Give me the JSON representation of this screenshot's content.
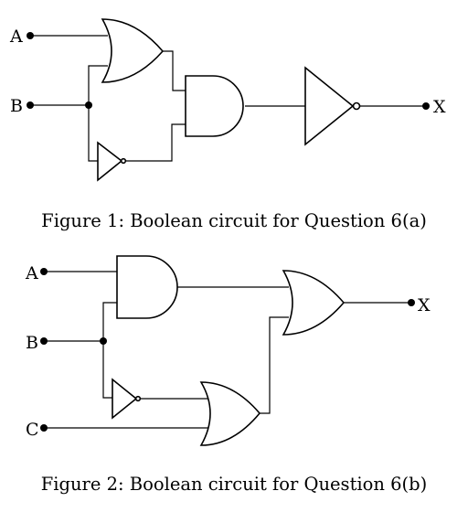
{
  "figure1": {
    "caption": "Figure 1: Boolean circuit for Question 6(a)",
    "inputs": {
      "a": "A",
      "b": "B"
    },
    "output": "X",
    "gates": [
      "or-gate",
      "and-gate",
      "not-gate",
      "not-gate"
    ]
  },
  "figure2": {
    "caption": "Figure 2: Boolean circuit for Question 6(b)",
    "inputs": {
      "a": "A",
      "b": "B",
      "c": "C"
    },
    "output": "X",
    "gates": [
      "and-gate",
      "or-gate",
      "not-gate",
      "or-gate"
    ]
  }
}
